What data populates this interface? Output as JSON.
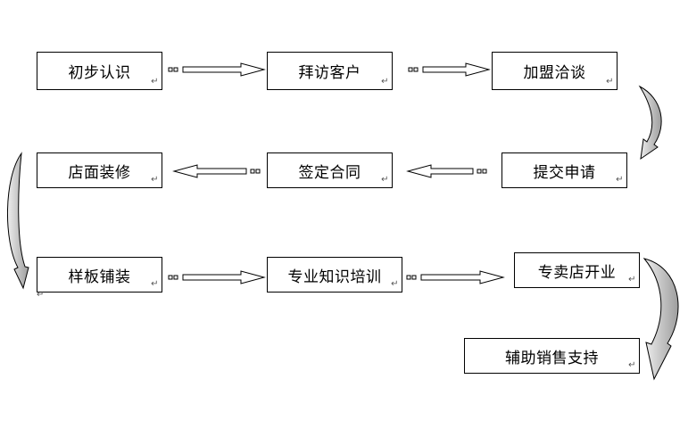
{
  "flow": {
    "steps": [
      {
        "id": "s1",
        "label": "初步认识"
      },
      {
        "id": "s2",
        "label": "拜访客户"
      },
      {
        "id": "s3",
        "label": "加盟洽谈"
      },
      {
        "id": "s4",
        "label": "提交申请"
      },
      {
        "id": "s5",
        "label": "签定合同"
      },
      {
        "id": "s6",
        "label": "店面装修"
      },
      {
        "id": "s7",
        "label": "样板铺装"
      },
      {
        "id": "s8",
        "label": "专业知识培训"
      },
      {
        "id": "s9",
        "label": "专卖店开业"
      },
      {
        "id": "s10",
        "label": "辅助销售支持"
      }
    ],
    "paragraph_mark": "↵",
    "colors": {
      "border": "#000000",
      "curved_arrow_fill": "#c8c8c8"
    }
  }
}
